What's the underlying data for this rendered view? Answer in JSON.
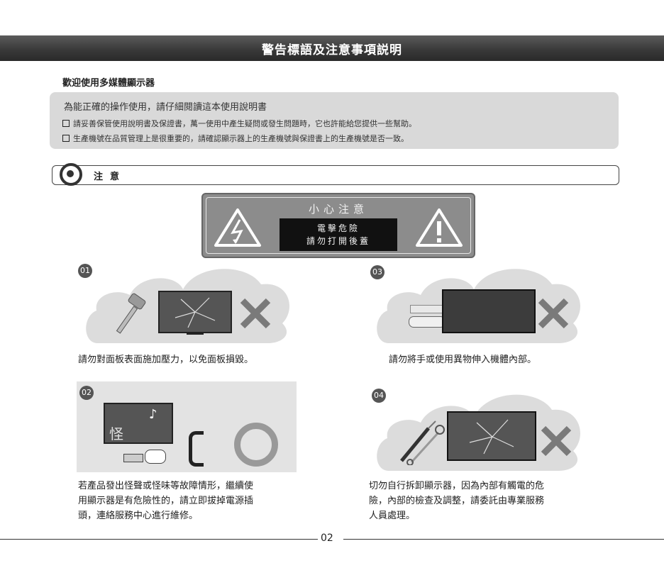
{
  "header": {
    "title": "警告標語及注意事項説明"
  },
  "welcome": "歡迎使用多媒體顯示器",
  "info": {
    "lead": "為能正確的操作使用，請仔細閱讀這本使用說明書",
    "bullets": [
      "請妥善保管使用說明書及保證書，萬一使用中產生疑問或發生問題時，它也許能給您提供一些幫助。",
      "生產機號在品質管理上是很重要的，請確認顯示器上的生產機號與保證書上的生產機號是否一致。"
    ]
  },
  "notice": {
    "label": "注意"
  },
  "warning": {
    "heading": "小心注意",
    "line1": "電擊危險",
    "line2": "請勿打開後蓋"
  },
  "items": [
    {
      "num": "01",
      "caption": "請勿對面板表面施加壓力，以免面板損毀。"
    },
    {
      "num": "02",
      "caption_lines": [
        "若產品發出怪聲或怪味等故障情形，繼續使",
        "用顯示器是有危險性的，請立即拔掉電源插",
        "頭，連絡服務中心進行維修。"
      ],
      "screen_char": "怪"
    },
    {
      "num": "03",
      "caption": "請勿將手或使用異物伸入機體內部。"
    },
    {
      "num": "04",
      "caption_lines": [
        "切勿自行拆卸顯示器，因為內部有觸電的危",
        "險，內部的檢查及調整，請委託由專業服務",
        "人員處理。"
      ]
    }
  ],
  "footer": {
    "page": "02"
  },
  "colors": {
    "banner": "#3a3a3a",
    "infobox": "#d9d9d9",
    "cloud": "#dcdcdc",
    "cross": "#7a7a7a"
  }
}
